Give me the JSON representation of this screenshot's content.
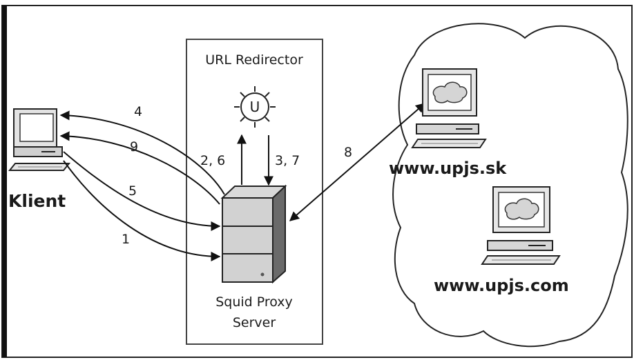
{
  "diagram": {
    "redirector_title": "URL Redirector",
    "redirector_symbol": "U",
    "proxy_label_line1": "Squid Proxy",
    "proxy_label_line2": "Server",
    "client_label": "Klient",
    "site1_label": "www.upjs.sk",
    "site2_label": "www.upjs.com",
    "steps": {
      "s4": "4",
      "s9": "9",
      "s5": "5",
      "s1": "1",
      "s26": "2, 6",
      "s37": "3, 7",
      "s8": "8"
    }
  }
}
